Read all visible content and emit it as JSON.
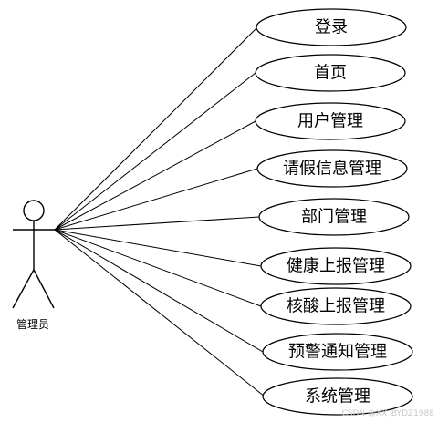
{
  "actor": {
    "label": "管理员"
  },
  "use_cases": [
    {
      "label": "登录"
    },
    {
      "label": "首页"
    },
    {
      "label": "用户管理"
    },
    {
      "label": "请假信息管理"
    },
    {
      "label": "部门管理"
    },
    {
      "label": "健康上报管理"
    },
    {
      "label": "核酸上报管理"
    },
    {
      "label": "预警通知管理"
    },
    {
      "label": "系统管理"
    }
  ],
  "watermark": "CSDN @XX_BYDZ1988"
}
